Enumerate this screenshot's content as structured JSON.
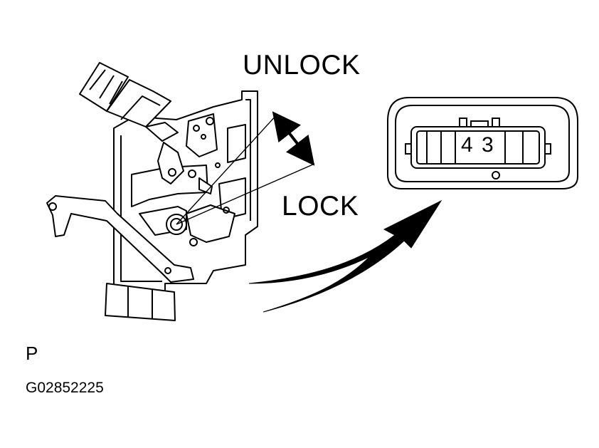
{
  "labels": {
    "unlock": "UNLOCK",
    "lock": "LOCK",
    "connector_pins": "4 3",
    "position_mark": "P",
    "figure_code": "G02852225"
  },
  "colors": {
    "ink": "#000000",
    "paper": "#ffffff"
  },
  "icons": {
    "rotation": "double-headed-arrow",
    "pointer": "curved-arrow"
  }
}
